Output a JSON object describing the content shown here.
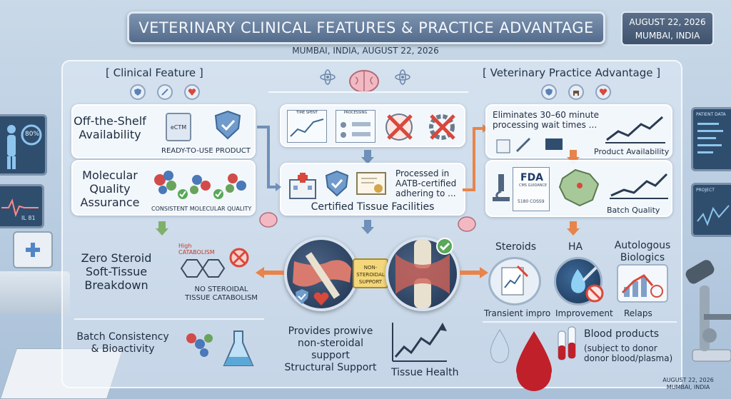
{
  "header": {
    "title": "VETERINARY CLINICAL FEATURES & PRACTICE ADVANTAGE",
    "date_line1": "AUGUST 22, 2026",
    "date_line2": "MUMBAI, INDIA",
    "subtitle": "MUMBAI, INDIA, AUGUST 22, 2026"
  },
  "left": {
    "heading": "[ Clinical Feature ]",
    "off_shelf": {
      "title_l1": "Off-the-Shelf",
      "title_l2": "Availability",
      "caption": "READY-TO-USE PRODUCT",
      "vial_label": "eCTM"
    },
    "molecular": {
      "title_l1": "Molecular",
      "title_l2": "Quality",
      "title_l3": "Assurance",
      "caption": "CONSISTENT MOLECULAR QUALITY"
    },
    "zero_steroid": {
      "title_l1": "Zero Steroid",
      "title_l2": "Soft-Tissue",
      "title_l3": "Breakdown",
      "caption_l1": "NO STEROIDAL",
      "caption_l2": "TISSUE CATABOLISM",
      "tag": "High",
      "tag2": "CATABOLISM"
    },
    "batch": {
      "title_l1": "Batch Consistency",
      "title_l2": "& Bioactivity"
    }
  },
  "center": {
    "flow_labels": [
      "TIME SPENT",
      "PROCESSING"
    ],
    "facility_text_l1": "Processed in",
    "facility_text_l2": "AATB-certified",
    "facility_text_l3": "adhering to ...",
    "facility_caption": "Certified Tissue Facilities",
    "badge_l1": "NON-",
    "badge_l2": "STEROIDAL",
    "badge_l3": "SUPPORT",
    "support_l1": "Provides prowive",
    "support_l2": "non-steroidal",
    "support_l3": "support",
    "support_l4": "Structural Support",
    "tissue_health": "Tissue Health"
  },
  "right": {
    "heading": "[ Veterinary Practice Advantage ]",
    "eliminates_l1": "Eliminates 30–60 minute",
    "eliminates_l2": "processing wait times ...",
    "product_availability": "Product Availability",
    "fda": "FDA",
    "fda_sub": "CMS GUIDANCE",
    "doc_code": "5180 COSS9",
    "batch_quality": "Batch Quality",
    "steroids": "Steroids",
    "ha": "HA",
    "autologous_l1": "Autologous",
    "autologous_l2": "Biologics",
    "transient": "Transient impro",
    "improvement": "Improvement",
    "relaps": "Relaps",
    "blood_l1": "Blood products",
    "blood_l2": "(subject to donor",
    "blood_l3": "donor blood/plasma)"
  },
  "side": {
    "percent": "80%",
    "right_monitor_title": "PATIENT DATA",
    "project_label": "PROJECT",
    "small_readout": "IL 81"
  },
  "footer": {
    "date_l1": "AUGUST 22, 2026",
    "date_l2": "MUMBAI, INDIA"
  },
  "colors": {
    "accent_green": "#5aa85a",
    "accent_red": "#d9483b",
    "accent_orange": "#e8844a",
    "accent_blue": "#5a82b8",
    "banner": "#5f7796"
  }
}
